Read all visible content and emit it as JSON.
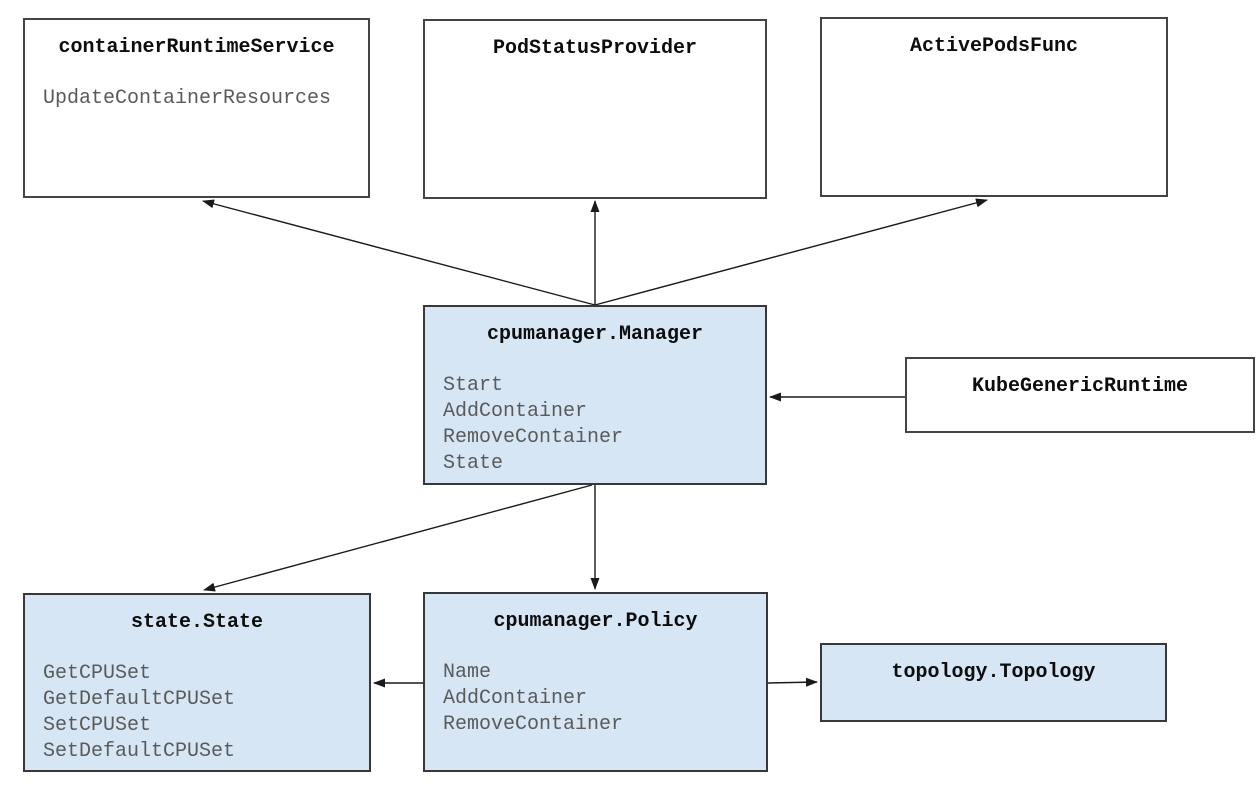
{
  "nodes": {
    "containerRuntimeService": {
      "title": "containerRuntimeService",
      "methods": [
        "UpdateContainerResources"
      ]
    },
    "podStatusProvider": {
      "title": "PodStatusProvider",
      "methods": []
    },
    "activePodsFunc": {
      "title": "ActivePodsFunc",
      "methods": []
    },
    "cpumanagerManager": {
      "title": "cpumanager.Manager",
      "methods": [
        "Start",
        "AddContainer",
        "RemoveContainer",
        "State"
      ]
    },
    "kubeGenericRuntime": {
      "title": "KubeGenericRuntime",
      "methods": []
    },
    "stateState": {
      "title": "state.State",
      "methods": [
        "GetCPUSet",
        "GetDefaultCPUSet",
        "SetCPUSet",
        "SetDefaultCPUSet"
      ]
    },
    "cpumanagerPolicy": {
      "title": "cpumanager.Policy",
      "methods": [
        "Name",
        "AddContainer",
        "RemoveContainer"
      ]
    },
    "topologyTopology": {
      "title": "topology.Topology",
      "methods": []
    }
  },
  "edges": [
    {
      "from": "cpumanager.Manager",
      "to": "containerRuntimeService"
    },
    {
      "from": "cpumanager.Manager",
      "to": "PodStatusProvider"
    },
    {
      "from": "cpumanager.Manager",
      "to": "ActivePodsFunc"
    },
    {
      "from": "KubeGenericRuntime",
      "to": "cpumanager.Manager"
    },
    {
      "from": "cpumanager.Manager",
      "to": "state.State"
    },
    {
      "from": "cpumanager.Manager",
      "to": "cpumanager.Policy"
    },
    {
      "from": "cpumanager.Policy",
      "to": "state.State"
    },
    {
      "from": "cpumanager.Policy",
      "to": "topology.Topology"
    }
  ],
  "colors": {
    "background": "#ffffff",
    "node_fill_blue": "#d7e6f5",
    "node_fill_white": "#ffffff",
    "node_border": "#404040",
    "title_text": "#0d0d0d",
    "method_text": "#5a5a5a",
    "arrow": "#1a1a1a"
  }
}
